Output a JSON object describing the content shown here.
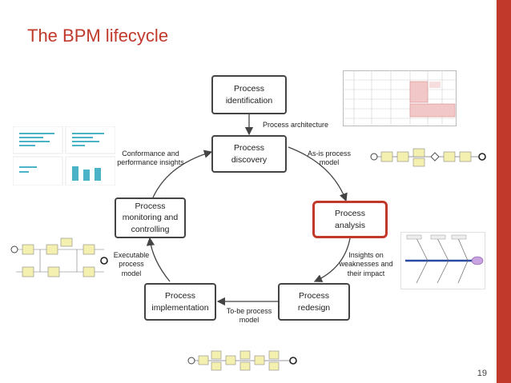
{
  "slide": {
    "title": "The BPM lifecycle",
    "page_number": "19"
  },
  "diagram": {
    "nodes": {
      "identification": "Process\nidentification",
      "discovery": "Process\ndiscovery",
      "analysis": "Process\nanalysis",
      "redesign": "Process\nredesign",
      "implementation": "Process\nimplementation",
      "monitoring": "Process\nmonitoring and\ncontrolling"
    },
    "edge_labels": {
      "architecture": "Process architecture",
      "asis": "As-is process\nmodel",
      "insights": "Insights on\nweaknesses and\ntheir impact",
      "tobe": "To-be process\nmodel",
      "executable": "Executable\nprocess\nmodel",
      "conformance": "Conformance and\nperformance insights"
    },
    "highlight_color": "#c0392b"
  }
}
